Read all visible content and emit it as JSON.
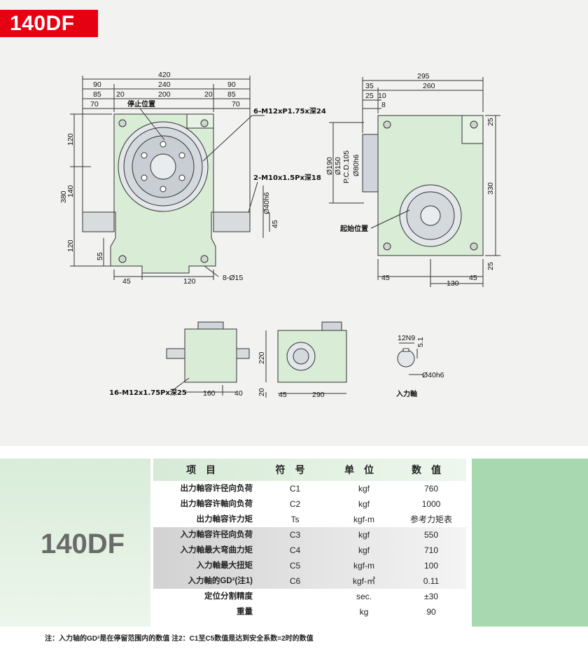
{
  "header": {
    "model": "140DF"
  },
  "drawing": {
    "front_view": {
      "dims_top": [
        "420",
        "90",
        "240",
        "90",
        "85",
        "20",
        "200",
        "20",
        "85",
        "70",
        "70"
      ],
      "dims_left": [
        "380",
        "120",
        "140",
        "120",
        "55"
      ],
      "dims_bottom": [
        "45",
        "120"
      ],
      "labels": {
        "stop_position": "停止位置",
        "thread_6": "6-M12xP1.75x深24",
        "thread_2": "2-M10x1.5Px深18",
        "shaft_dia": "Ø40h6",
        "shaft_45": "45",
        "holes": "8-Ø15"
      }
    },
    "side_view": {
      "dims_top": [
        "295",
        "35",
        "260",
        "25",
        "10",
        "8"
      ],
      "dims_left": [
        "Ø190",
        "Ø150",
        "P.C.D.105",
        "Ø80h6"
      ],
      "dims_right": [
        "25",
        "330",
        "25"
      ],
      "dims_bottom": [
        "45",
        "130",
        "45"
      ],
      "labels": {
        "start_position": "起始位置"
      }
    },
    "small_front": {
      "dims": [
        "160",
        "40"
      ],
      "labels": {
        "thread_16": "16-M12x1.75Px深25"
      }
    },
    "small_top": {
      "dims": [
        "220",
        "20",
        "45",
        "290"
      ]
    },
    "input_shaft": {
      "dims": [
        "12N9",
        "5.1",
        "Ø40h6"
      ],
      "label": "入力軸"
    }
  },
  "spec": {
    "model_label": "140DF",
    "headers": [
      "项目",
      "符号",
      "单位",
      "数值"
    ],
    "rows": [
      {
        "item": "出力軸容许径向负荷",
        "symbol": "C1",
        "unit": "kgf",
        "value": "760",
        "grey": false
      },
      {
        "item": "出力軸容许軸向负荷",
        "symbol": "C2",
        "unit": "kgf",
        "value": "1000",
        "grey": false
      },
      {
        "item": "出力軸容许力矩",
        "symbol": "Ts",
        "unit": "kgf-m",
        "value": "参考力矩表",
        "grey": false
      },
      {
        "item": "入力軸容许径向负荷",
        "symbol": "C3",
        "unit": "kgf",
        "value": "550",
        "grey": true
      },
      {
        "item": "入力軸最大弯曲力矩",
        "symbol": "C4",
        "unit": "kgf",
        "value": "710",
        "grey": true
      },
      {
        "item": "入力軸最大扭矩",
        "symbol": "C5",
        "unit": "kgf-m",
        "value": "100",
        "grey": true
      },
      {
        "item": "入力軸的GD²(注1)",
        "symbol": "C6",
        "unit": "kgf-㎡",
        "value": "0.11",
        "grey": true
      },
      {
        "item": "定位分割精度",
        "symbol": "",
        "unit": "sec.",
        "value": "±30",
        "grey": false
      },
      {
        "item": "重量",
        "symbol": "",
        "unit": "kg",
        "value": "90",
        "grey": false
      }
    ]
  },
  "footnote": "注：入力轴的GD²是在停留范围内的数值  注2：C1至C5数值是达到安全系数=2时的数值"
}
